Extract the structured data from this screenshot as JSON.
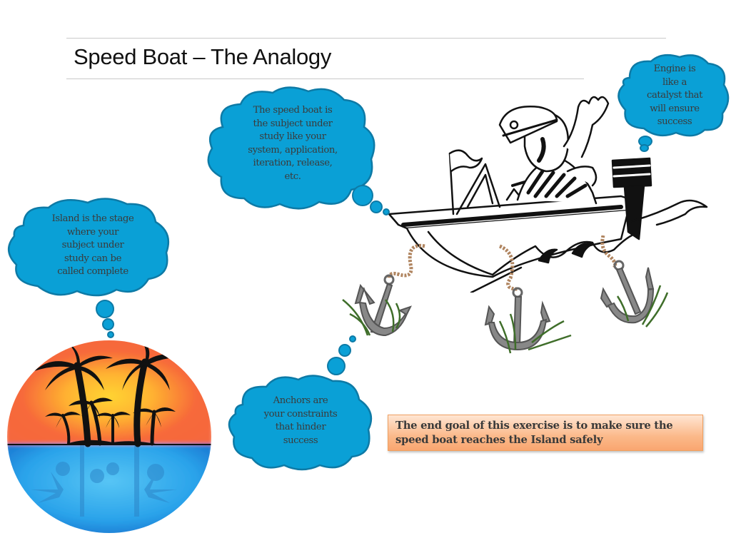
{
  "slide": {
    "title": "Speed Boat – The Analogy"
  },
  "clouds": {
    "speed_boat": {
      "lines": [
        "The speed boat is",
        "the subject under",
        "study like your",
        "system, application,",
        "iteration, release,",
        "etc."
      ]
    },
    "island": {
      "lines": [
        "Island is the stage",
        "where your",
        "subject under",
        "study can be",
        "called complete"
      ]
    },
    "engine": {
      "lines": [
        "Engine is",
        "like a",
        "catalyst that",
        "will ensure",
        "success"
      ]
    },
    "anchors": {
      "lines": [
        "Anchors are",
        "your constraints",
        "that hinder",
        "success"
      ]
    }
  },
  "goal": {
    "line1": "The end goal of this exercise is to make sure the",
    "line2": "speed boat reaches the Island safely"
  },
  "illustrations": {
    "island": "island-sunset-palm-trees",
    "boat": "captain-speed-boat-with-engine",
    "anchors": [
      "anchor-left",
      "anchor-middle",
      "anchor-right"
    ]
  },
  "colors": {
    "cloud_fill": "#0aa0d6",
    "cloud_stroke": "#0d7aa6",
    "cloud_text": "#3b3b3b",
    "goal_fill_top": "#ffe6d3",
    "goal_fill_bottom": "#f9a670",
    "goal_border": "#f0a060",
    "sun_orange": "#f7693a",
    "sun_yellow": "#ffc826",
    "sea_blue": "#1c8fe0"
  }
}
